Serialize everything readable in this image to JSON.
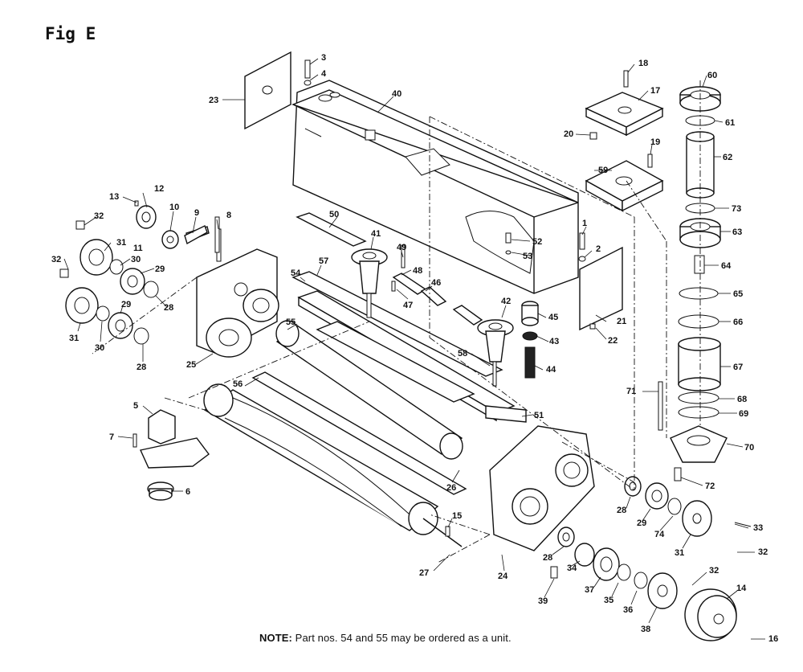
{
  "figure": {
    "title": "Fig E",
    "note_prefix": "NOTE:",
    "note_text": "Part nos. 54 and 55 may be ordered as a unit."
  },
  "labels": [
    {
      "id": "l1",
      "text": "1"
    },
    {
      "id": "l2",
      "text": "2"
    },
    {
      "id": "l3",
      "text": "3"
    },
    {
      "id": "l4",
      "text": "4"
    },
    {
      "id": "l5",
      "text": "5"
    },
    {
      "id": "l6",
      "text": "6"
    },
    {
      "id": "l7",
      "text": "7"
    },
    {
      "id": "l8",
      "text": "8"
    },
    {
      "id": "l9",
      "text": "9"
    },
    {
      "id": "l10",
      "text": "10"
    },
    {
      "id": "l11",
      "text": "11"
    },
    {
      "id": "l12",
      "text": "12"
    },
    {
      "id": "l13",
      "text": "13"
    },
    {
      "id": "l14",
      "text": "14"
    },
    {
      "id": "l15",
      "text": "15"
    },
    {
      "id": "l16",
      "text": "16"
    },
    {
      "id": "l17",
      "text": "17"
    },
    {
      "id": "l18",
      "text": "18"
    },
    {
      "id": "l19",
      "text": "19"
    },
    {
      "id": "l20",
      "text": "20"
    },
    {
      "id": "l21",
      "text": "21"
    },
    {
      "id": "l22",
      "text": "22"
    },
    {
      "id": "l23",
      "text": "23"
    },
    {
      "id": "l24",
      "text": "24"
    },
    {
      "id": "l25",
      "text": "25"
    },
    {
      "id": "l26",
      "text": "26"
    },
    {
      "id": "l27",
      "text": "27"
    },
    {
      "id": "l28a",
      "text": "28"
    },
    {
      "id": "l28b",
      "text": "28"
    },
    {
      "id": "l28c",
      "text": "28"
    },
    {
      "id": "l28d",
      "text": "28"
    },
    {
      "id": "l29a",
      "text": "29"
    },
    {
      "id": "l29b",
      "text": "29"
    },
    {
      "id": "l29c",
      "text": "29"
    },
    {
      "id": "l30a",
      "text": "30"
    },
    {
      "id": "l30b",
      "text": "30"
    },
    {
      "id": "l31a",
      "text": "31"
    },
    {
      "id": "l31b",
      "text": "31"
    },
    {
      "id": "l31c",
      "text": "31"
    },
    {
      "id": "l32a",
      "text": "32"
    },
    {
      "id": "l32b",
      "text": "32"
    },
    {
      "id": "l32c",
      "text": "32"
    },
    {
      "id": "l32d",
      "text": "32"
    },
    {
      "id": "l33",
      "text": "33"
    },
    {
      "id": "l34",
      "text": "34"
    },
    {
      "id": "l35",
      "text": "35"
    },
    {
      "id": "l36",
      "text": "36"
    },
    {
      "id": "l37",
      "text": "37"
    },
    {
      "id": "l38",
      "text": "38"
    },
    {
      "id": "l39",
      "text": "39"
    },
    {
      "id": "l40",
      "text": "40"
    },
    {
      "id": "l41",
      "text": "41"
    },
    {
      "id": "l42",
      "text": "42"
    },
    {
      "id": "l43",
      "text": "43"
    },
    {
      "id": "l44",
      "text": "44"
    },
    {
      "id": "l45",
      "text": "45"
    },
    {
      "id": "l46",
      "text": "46"
    },
    {
      "id": "l47",
      "text": "47"
    },
    {
      "id": "l48",
      "text": "48"
    },
    {
      "id": "l49",
      "text": "49"
    },
    {
      "id": "l50",
      "text": "50"
    },
    {
      "id": "l51",
      "text": "51"
    },
    {
      "id": "l52",
      "text": "52"
    },
    {
      "id": "l53",
      "text": "53"
    },
    {
      "id": "l54",
      "text": "54"
    },
    {
      "id": "l55",
      "text": "55"
    },
    {
      "id": "l56",
      "text": "56"
    },
    {
      "id": "l57",
      "text": "57"
    },
    {
      "id": "l58",
      "text": "58"
    },
    {
      "id": "l59",
      "text": "59"
    },
    {
      "id": "l60",
      "text": "60"
    },
    {
      "id": "l61",
      "text": "61"
    },
    {
      "id": "l62",
      "text": "62"
    },
    {
      "id": "l63",
      "text": "63"
    },
    {
      "id": "l64",
      "text": "64"
    },
    {
      "id": "l65",
      "text": "65"
    },
    {
      "id": "l66",
      "text": "66"
    },
    {
      "id": "l67",
      "text": "67"
    },
    {
      "id": "l68",
      "text": "68"
    },
    {
      "id": "l69",
      "text": "69"
    },
    {
      "id": "l70",
      "text": "70"
    },
    {
      "id": "l71",
      "text": "71"
    },
    {
      "id": "l72",
      "text": "72"
    },
    {
      "id": "l73",
      "text": "73"
    },
    {
      "id": "l74",
      "text": "74"
    }
  ]
}
